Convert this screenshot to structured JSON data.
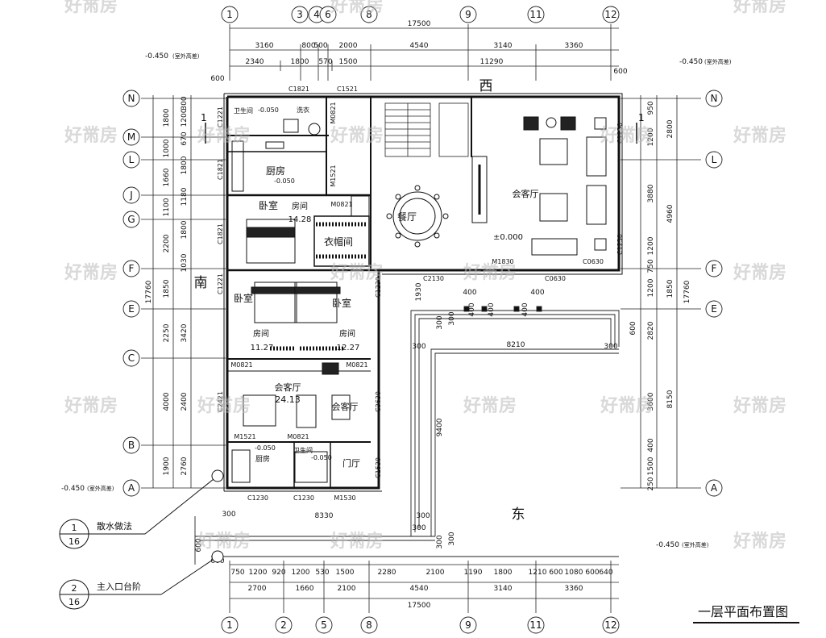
{
  "title": "一层平面布置图",
  "watermark": "好黹房",
  "compass": {
    "north": "西",
    "south": "东",
    "west": "南"
  },
  "axes_top": [
    "1",
    "3",
    "4",
    "6",
    "8",
    "9",
    "11",
    "12"
  ],
  "axes_bottom": [
    "1",
    "2",
    "5",
    "8",
    "9",
    "11",
    "12"
  ],
  "axes_left": [
    "N",
    "M",
    "L",
    "J",
    "G",
    "F",
    "E",
    "C",
    "B",
    "A"
  ],
  "axes_right": [
    "N",
    "L",
    "F",
    "E",
    "A"
  ],
  "dims_top_total": "17500",
  "dims_top_row1": [
    "3160",
    "800",
    "500",
    "2000",
    "4540",
    "3140",
    "3360"
  ],
  "dims_top_row2": [
    "2340",
    "1800",
    "570",
    "1500",
    "11290"
  ],
  "dims_bottom_total": "17500",
  "dims_bottom_row1": [
    "750",
    "1200",
    "920",
    "1200",
    "530",
    "1500",
    "2280",
    "2100",
    "1190",
    "1800",
    "1210",
    "600",
    "1080",
    "600",
    "640"
  ],
  "dims_bottom_row2": [
    "2700",
    "1660",
    "2100",
    "4540",
    "3140",
    "3360"
  ],
  "dims_left_outer": [
    "1800",
    "1000",
    "1660",
    "1100",
    "2200",
    "1850",
    "2250",
    "4000",
    "1900"
  ],
  "dims_left_inner": [
    "300",
    "1200",
    "670",
    "1800",
    "1180",
    "1800",
    "1030",
    "3420",
    "2400",
    "2760"
  ],
  "dims_left_total": "17760",
  "dims_right_inner": [
    "950",
    "1200",
    "1950",
    "3880",
    "1200",
    "750",
    "1200",
    "600",
    "2820",
    "3600",
    "400",
    "1500",
    "250"
  ],
  "dims_right_outer": [
    "2800",
    "4960",
    "1850",
    "8150"
  ],
  "dims_right_total": "17760",
  "dims_misc": {
    "court_width": "8210",
    "court_height": "9400",
    "bottom_8330": "8330",
    "d300": "300",
    "d400": "400",
    "d600": "600",
    "d1930": "1930"
  },
  "level_outdoor": "-0.450",
  "level_outdoor_note": "(室外高差)",
  "level_zero": "±0.000",
  "level_minus005": "-0.050",
  "rooms": {
    "wc_top": "卫生间",
    "laundry": "洗衣",
    "kitchen_top": "厨房",
    "bedroom_top": "卧室",
    "room_top": "房间",
    "room_top_area": "14.28",
    "wardrobe": "衣帽间",
    "dining": "餐厅",
    "living_top": "会客厅",
    "bedroom_l": "卧室",
    "bedroom_r": "卧室",
    "room_l": "房间",
    "room_l_area": "11.27",
    "room_r": "房间",
    "room_r_area": "12.27",
    "living_mid": "会客厅",
    "living_mid_area": "24.13",
    "living_mid_small": "会客厅",
    "kitchen_bottom": "厨房",
    "wc_bottom": "卫生间",
    "foyer": "门厅"
  },
  "openings": [
    "C1821",
    "C1521",
    "M0821",
    "C1221",
    "C1821",
    "M1521",
    "M0821",
    "C1821",
    "C1221",
    "C1230",
    "M0821",
    "M0821",
    "C2421",
    "M1521",
    "M0821",
    "C3630",
    "C1530",
    "C1230",
    "C1230",
    "M1530",
    "C2130",
    "M1830",
    "C0630",
    "C0630",
    "C1230",
    "C1230"
  ],
  "notes": [
    {
      "num": "1",
      "sheet": "16",
      "text": "散水做法"
    },
    {
      "num": "2",
      "sheet": "16",
      "text": "主入口台阶"
    }
  ],
  "section_mark": "1"
}
